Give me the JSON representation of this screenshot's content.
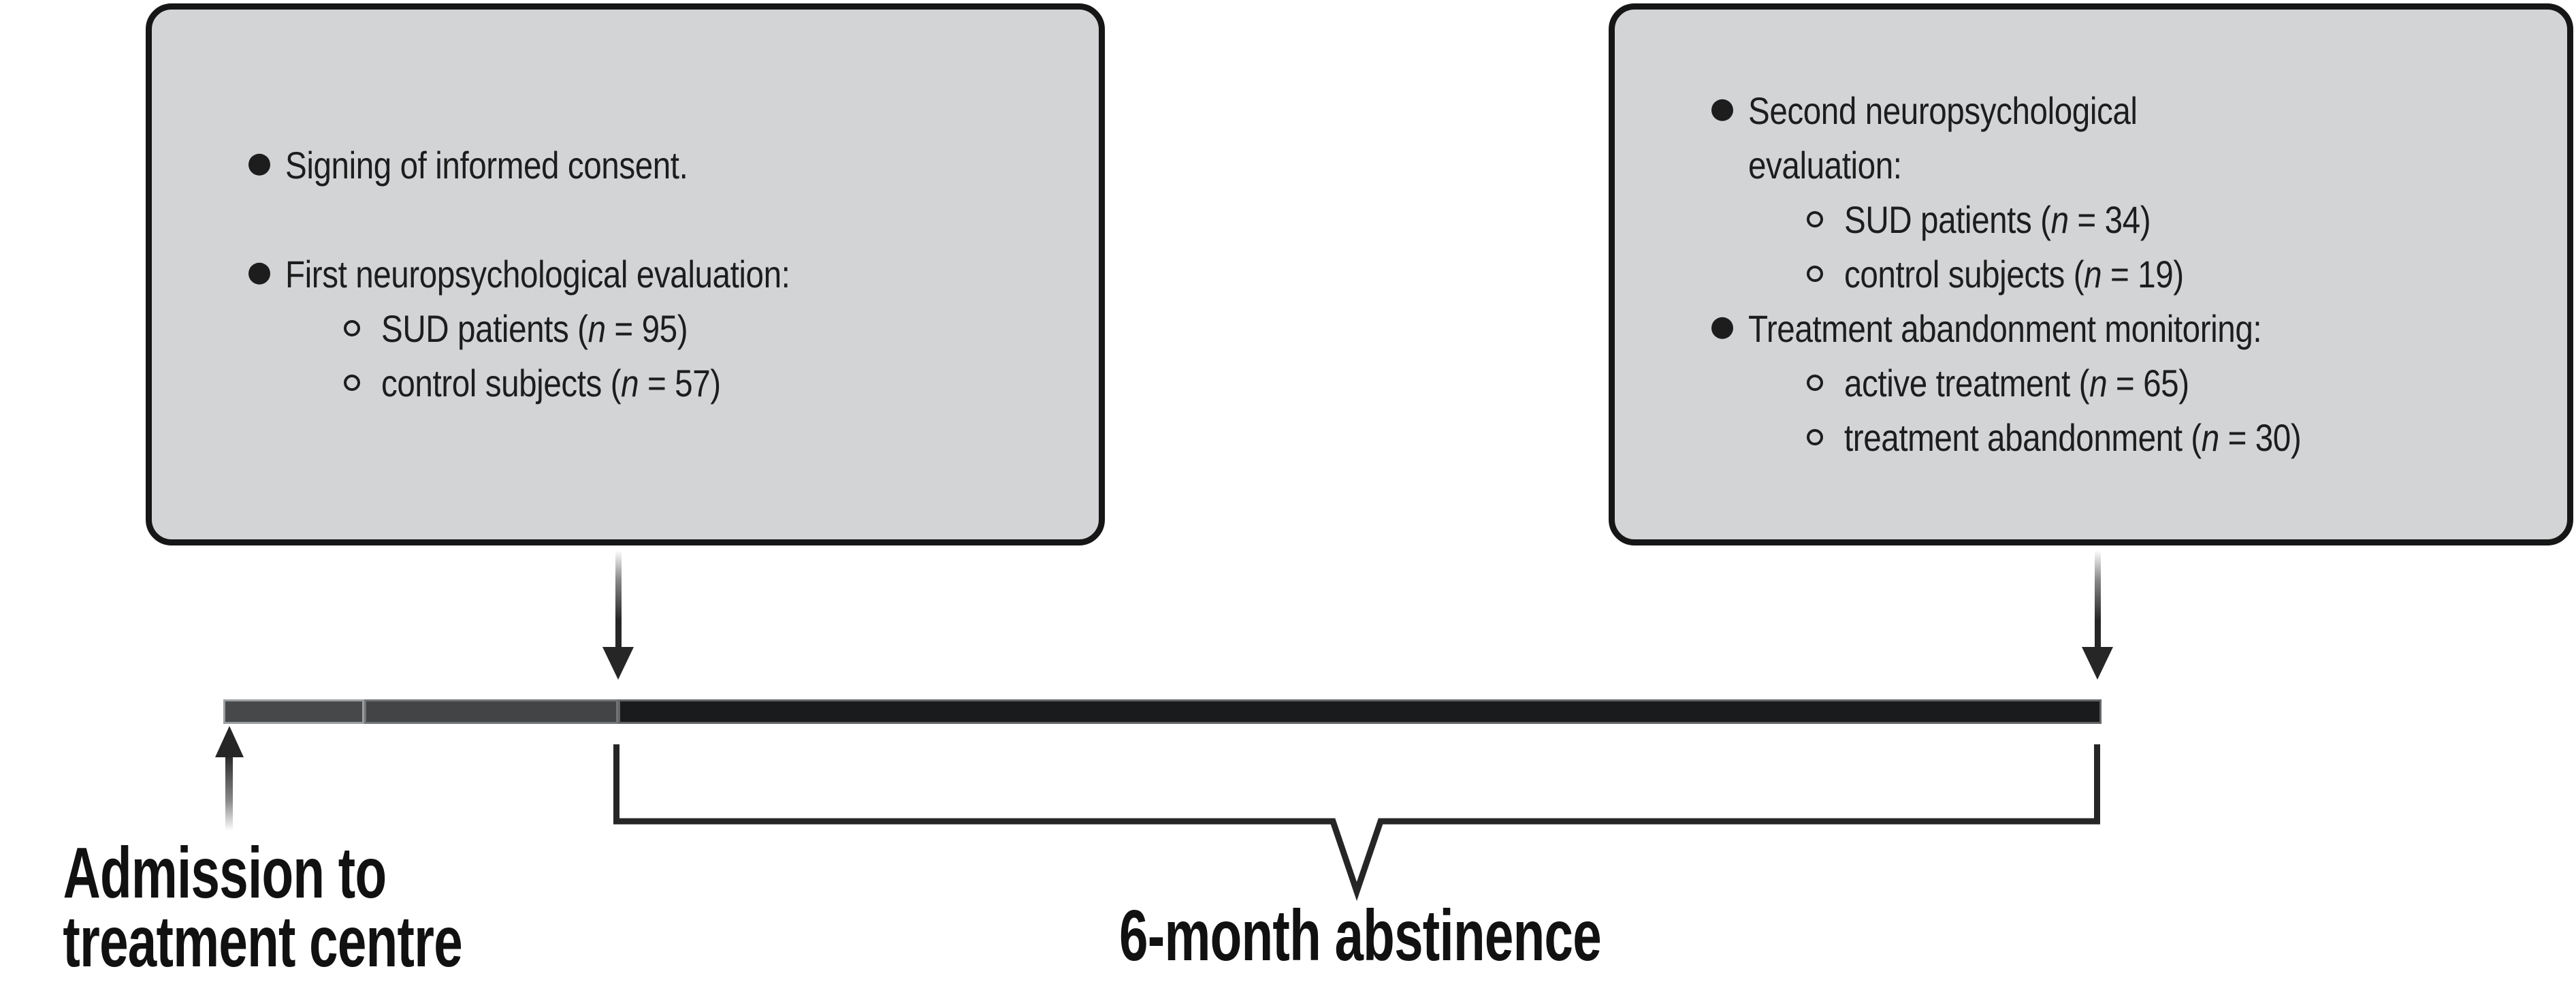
{
  "figure": {
    "description": "Study timeline diagram with two evaluation boxes, a timeline bar, arrows and a 6-month abstinence bracket"
  },
  "boxes": [
    {
      "name": "first-evaluation-box",
      "rows": [
        {
          "type": "item",
          "level": 1,
          "bullet": "filled",
          "segments": [
            {
              "t": "Signing of informed consent."
            }
          ]
        },
        {
          "type": "spacer"
        },
        {
          "type": "item",
          "level": 1,
          "bullet": "filled",
          "segments": [
            {
              "t": "First neuropsychological evaluation:"
            }
          ]
        },
        {
          "type": "item",
          "level": 2,
          "bullet": "open",
          "segments": [
            {
              "t": "SUD patients ("
            },
            {
              "t": "n",
              "i": true
            },
            {
              "t": " = 95)"
            }
          ]
        },
        {
          "type": "item",
          "level": 2,
          "bullet": "open",
          "segments": [
            {
              "t": "control subjects ("
            },
            {
              "t": "n",
              "i": true
            },
            {
              "t": " = 57)"
            }
          ]
        }
      ]
    },
    {
      "name": "second-evaluation-box",
      "rows": [
        {
          "type": "item",
          "level": 1,
          "bullet": "filled",
          "segments": [
            {
              "t": "Second neuropsychological"
            }
          ]
        },
        {
          "type": "item",
          "level": 1,
          "bullet": "none",
          "segments": [
            {
              "t": "evaluation:"
            }
          ]
        },
        {
          "type": "item",
          "level": 2,
          "bullet": "open",
          "segments": [
            {
              "t": "SUD patients ("
            },
            {
              "t": "n",
              "i": true
            },
            {
              "t": " = 34)"
            }
          ]
        },
        {
          "type": "item",
          "level": 2,
          "bullet": "open",
          "segments": [
            {
              "t": "control subjects ("
            },
            {
              "t": "n",
              "i": true
            },
            {
              "t": " = 19)"
            }
          ]
        },
        {
          "type": "item",
          "level": 1,
          "bullet": "filled",
          "segments": [
            {
              "t": "Treatment abandonment monitoring:"
            }
          ]
        },
        {
          "type": "item",
          "level": 2,
          "bullet": "open",
          "segments": [
            {
              "t": "active treatment ("
            },
            {
              "t": "n",
              "i": true
            },
            {
              "t": " = 65)"
            }
          ]
        },
        {
          "type": "item",
          "level": 2,
          "bullet": "open",
          "segments": [
            {
              "t": "treatment abandonment ("
            },
            {
              "t": "n",
              "i": true
            },
            {
              "t": " = 30)"
            }
          ]
        }
      ]
    }
  ],
  "timeline": {
    "segments": [
      {
        "name": "admission-period",
        "fill": "#47484a",
        "stroke": "#9b9ea0"
      },
      {
        "name": "baseline-period",
        "fill": "#434445",
        "stroke": "#717375"
      },
      {
        "name": "abstinence-period",
        "fill": "#1a1b1c",
        "stroke": "#636567"
      }
    ]
  },
  "labels": {
    "admission_line1": "Admission to",
    "admission_line2": "treatment centre",
    "abstinence": "6-month abstinence"
  },
  "colors": {
    "box_fill": "#d2d4d6",
    "box_border": "#161616",
    "ink": "#262626",
    "text": "#1d1d1d",
    "background": "#ffffff"
  }
}
